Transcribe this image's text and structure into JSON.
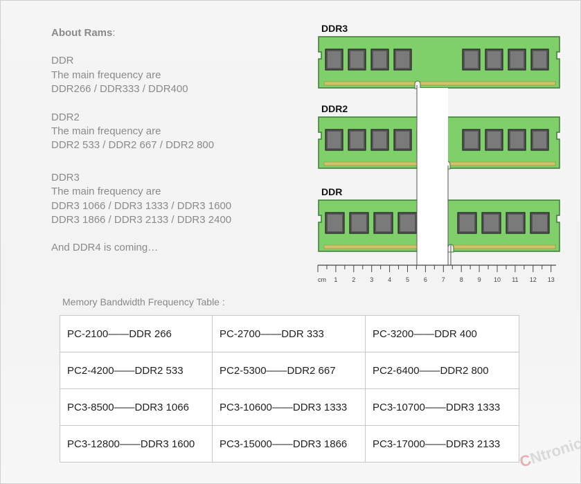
{
  "about": {
    "heading": "About Rams",
    "heading_colon": ":",
    "ddr": {
      "name": "DDR",
      "intro": "The main frequency are",
      "freqs": "DDR266 / DDR333 / DDR400"
    },
    "ddr2": {
      "name": "DDR2",
      "intro": "The main frequency are",
      "freqs": "DDR2 533 / DDR2 667 / DDR2 800"
    },
    "ddr3": {
      "name": "DDR3",
      "intro": "The main frequency are",
      "freqs1": "DDR3 1066 / DDR3 1333 / DDR3 1600",
      "freqs2": "DDR3 1866 / DDR3 2133 / DDR3 2400"
    },
    "ddr4": "And DDR4 is coming…"
  },
  "diagram": {
    "labels": [
      "DDR3",
      "DDR2",
      "DDR"
    ],
    "ruler_unit": "cm",
    "ruler_ticks": [
      "1",
      "2",
      "3",
      "4",
      "5",
      "6",
      "7",
      "8",
      "9",
      "10",
      "11",
      "12",
      "13"
    ],
    "stick_color": "#7fcf6a"
  },
  "table": {
    "title": "Memory Bandwidth Frequency Table :",
    "rows": [
      [
        "PC-2100——DDR 266",
        "PC-2700——DDR 333",
        "PC-3200——DDR 400"
      ],
      [
        "PC2-4200——DDR2 533",
        "PC2-5300——DDR2 667",
        "PC2-6400——DDR2 800"
      ],
      [
        "PC3-8500——DDR3 1066",
        "PC3-10600——DDR3 1333",
        "PC3-10700——DDR3 1333"
      ],
      [
        "PC3-12800——DDR3 1600",
        "PC3-15000——DDR3 1866",
        "PC3-17000——DDR3 2133"
      ]
    ]
  },
  "logo": {
    "first": "C",
    "rest": "Ntronic"
  }
}
